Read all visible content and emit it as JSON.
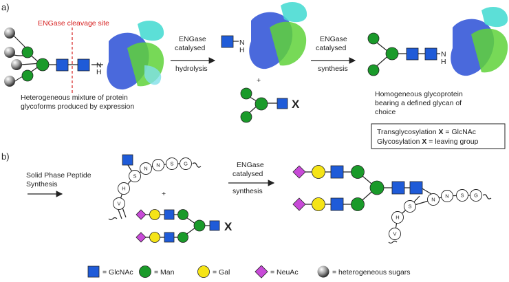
{
  "panel_a": {
    "label": "a)",
    "cleavage_label": "ENGase cleavage site",
    "left_caption": [
      "Heterogeneous mixture of protein",
      "glycoforms produced by expression"
    ],
    "arrow1": [
      "ENGase",
      "catalysed",
      "hydrolysis"
    ],
    "nh1": "N",
    "h1": "H",
    "plus": "+",
    "x_label": "X",
    "arrow2": [
      "ENGase",
      "catalysed",
      "synthesis"
    ],
    "nh2": "N",
    "h2": "H",
    "right_caption": [
      "Homogeneous glycoprotein",
      "bearing a defined glycan of",
      "choice"
    ],
    "box_lines": [
      {
        "text": "Transglycosylation ",
        "x": "X",
        "rest": " = GlcNAc"
      },
      {
        "text": "Glycosylation  ",
        "x": "X",
        "rest": " = leaving group"
      }
    ]
  },
  "panel_b": {
    "label": "b)",
    "sppp": [
      "Solid Phase Peptide",
      "Synthesis"
    ],
    "peptide": [
      "V",
      "H",
      "S",
      "N",
      "N",
      "S",
      "G"
    ],
    "plus": "+",
    "x_label": "X",
    "arrow": [
      "ENGase",
      "catalysed",
      "synthesis"
    ]
  },
  "legend": [
    {
      "shape": "square",
      "color": "#1f5bd8",
      "label": "= GlcNAc"
    },
    {
      "shape": "circle",
      "color": "#1a9a2a",
      "label": "= Man"
    },
    {
      "shape": "circle",
      "color": "#f5e416",
      "label": "= Gal"
    },
    {
      "shape": "diamond",
      "color": "#c84ad8",
      "label": "= NeuAc"
    },
    {
      "shape": "sphere",
      "color": "#888888",
      "label": "= heterogeneous sugars"
    }
  ],
  "colors": {
    "glcnac": "#1f5bd8",
    "man": "#1a9a2a",
    "gal": "#f5e416",
    "neuac": "#c84ad8",
    "cleavage": "#d62020"
  }
}
